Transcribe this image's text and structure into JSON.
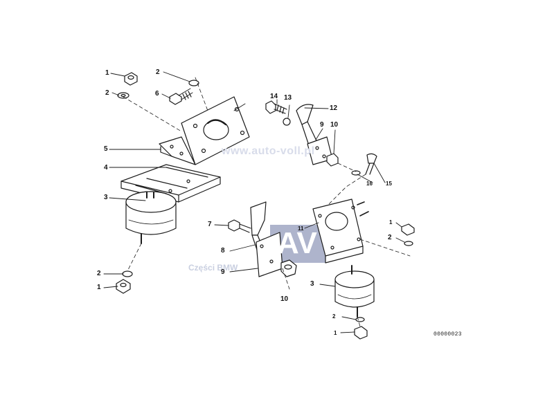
{
  "diagram": {
    "reference_number": "00000023",
    "watermark": {
      "url": "www.auto-voll.pl",
      "parts": "Części BMW",
      "logo": "AV"
    },
    "colors": {
      "line": "#1a1a1a",
      "watermark_block": "#aeb4cc"
    },
    "callouts": [
      {
        "id": "1a",
        "text": "1"
      },
      {
        "id": "2a",
        "text": "2"
      },
      {
        "id": "2b",
        "text": "2"
      },
      {
        "id": "6",
        "text": "6"
      },
      {
        "id": "5",
        "text": "5"
      },
      {
        "id": "4",
        "text": "4"
      },
      {
        "id": "3a",
        "text": "3"
      },
      {
        "id": "2c",
        "text": "2"
      },
      {
        "id": "1b",
        "text": "1"
      },
      {
        "id": "14",
        "text": "14"
      },
      {
        "id": "13",
        "text": "13"
      },
      {
        "id": "12",
        "text": "12"
      },
      {
        "id": "9a",
        "text": "9"
      },
      {
        "id": "10a",
        "text": "10"
      },
      {
        "id": "16",
        "text": "16"
      },
      {
        "id": "15",
        "text": "15"
      },
      {
        "id": "11",
        "text": "11"
      },
      {
        "id": "7",
        "text": "7"
      },
      {
        "id": "8",
        "text": "8"
      },
      {
        "id": "9b",
        "text": "9"
      },
      {
        "id": "10b",
        "text": "10"
      },
      {
        "id": "1c",
        "text": "1"
      },
      {
        "id": "2d",
        "text": "2"
      },
      {
        "id": "3b",
        "text": "3"
      },
      {
        "id": "2e",
        "text": "2"
      },
      {
        "id": "1d",
        "text": "1"
      }
    ]
  }
}
